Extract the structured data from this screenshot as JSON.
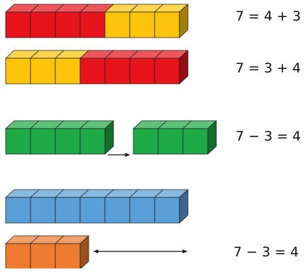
{
  "colors": {
    "red": "#e8141c",
    "yellow": "#fcc40a",
    "green": "#1faa48",
    "blue": "#5b9fd8",
    "orange": "#ee7c30",
    "arrow": "#111111"
  },
  "rows": [
    {
      "id": "row-1",
      "cubes": [
        "red",
        "red",
        "red",
        "red",
        "yellow",
        "yellow",
        "yellow"
      ],
      "equation": "7 = 4 + 3"
    },
    {
      "id": "row-2",
      "cubes": [
        "yellow",
        "yellow",
        "yellow",
        "red",
        "red",
        "red",
        "red"
      ],
      "equation": "7 = 3 + 4"
    },
    {
      "id": "row-3",
      "groups": [
        {
          "cubes": [
            "green",
            "green",
            "green",
            "green"
          ]
        },
        {
          "cubes": [
            "green",
            "green",
            "green"
          ]
        }
      ],
      "arrow": "right",
      "equation": "7 − 3 = 4"
    },
    {
      "id": "row-4",
      "cubes": [
        "blue",
        "blue",
        "blue",
        "blue",
        "blue",
        "blue",
        "blue"
      ]
    },
    {
      "id": "row-5",
      "cubes": [
        "orange",
        "orange",
        "orange"
      ],
      "arrow": "double",
      "equation": "7 − 3 = 4"
    }
  ]
}
